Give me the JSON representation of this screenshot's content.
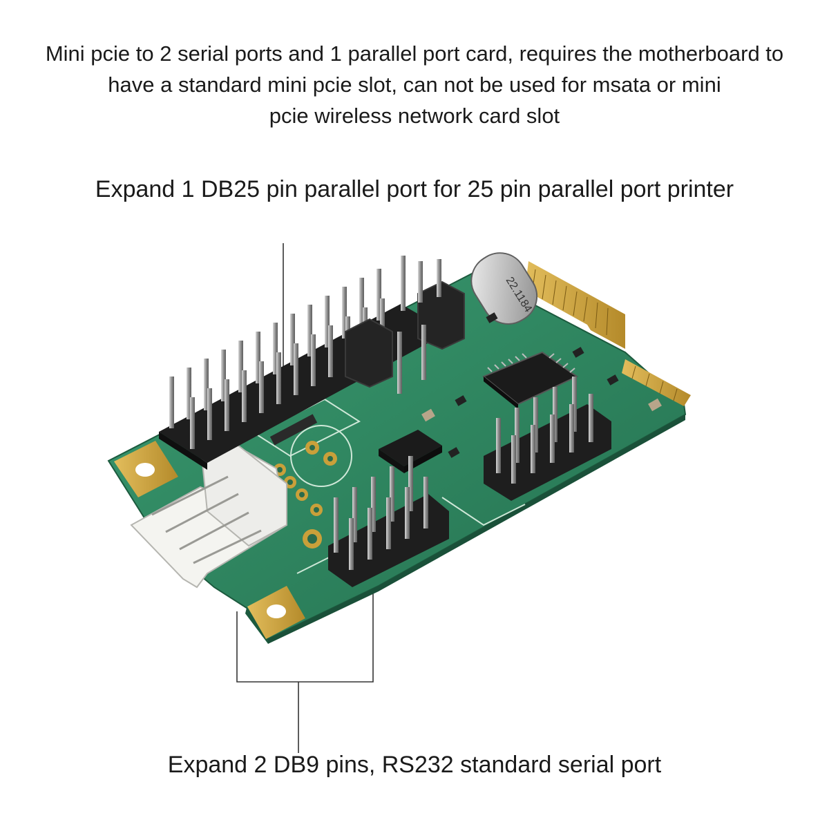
{
  "description": {
    "lines": [
      "Mini pcie to 2 serial ports and 1 parallel port card, requires the motherboard to",
      "have a standard mini pcie slot, can not be used for msata or mini",
      "pcie wireless network card slot"
    ]
  },
  "callouts": {
    "parallel": "Expand 1 DB25 pin parallel port for 25 pin parallel port printer",
    "serial": "Expand 2 DB9 pins, RS232 standard serial port"
  },
  "board": {
    "crystal_label": "22.1184",
    "colors": {
      "pcb": "#2f8a63",
      "gold": "#c9a03a",
      "header": "#1e1e1e",
      "connector": "#f4f4f0"
    }
  }
}
